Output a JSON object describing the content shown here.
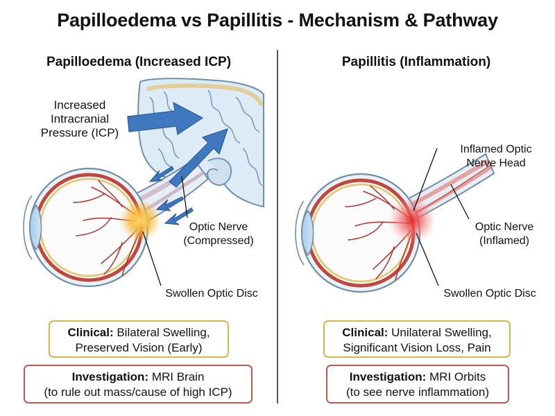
{
  "title": "Papilloedema vs Papillitis - Mechanism & Pathway",
  "left": {
    "heading": "Papilloedema (Increased ICP)",
    "label_icp": "Increased\nIntracranial\nPressure (ICP)",
    "label_nerve": "Optic Nerve\n(Compressed)",
    "label_disc": "Swollen Optic Disc",
    "clinical_label": "Clinical:",
    "clinical_text": " Bilateral Swelling,\nPreserved Vision (Early)",
    "investigation_label": "Investigation:",
    "investigation_text": " MRI Brain\n(to rule out mass/cause of high ICP)"
  },
  "right": {
    "heading": "Papillitis (Inflammation)",
    "label_head": "Inflamed Optic\nNerve Head",
    "label_nerve": "Optic Nerve\n(Inflamed)",
    "label_disc": "Swollen Optic Disc",
    "clinical_label": "Clinical:",
    "clinical_text": " Unilateral Swelling,\nSignificant Vision Loss, Pain",
    "investigation_label": "Investigation:",
    "investigation_text": " MRI Orbits\n(to see nerve inflammation)"
  },
  "colors": {
    "arrow_blue": "#3f78bf",
    "brain_fill": "#ddebf6",
    "brain_outline": "#6d8fa8",
    "vessel_red": "#b8302a",
    "swelling_yellow": "#f6c24a",
    "inflammation_red": "#e83a3a",
    "clinical_border": "#d8b44a",
    "investigation_border": "#b85a52"
  }
}
